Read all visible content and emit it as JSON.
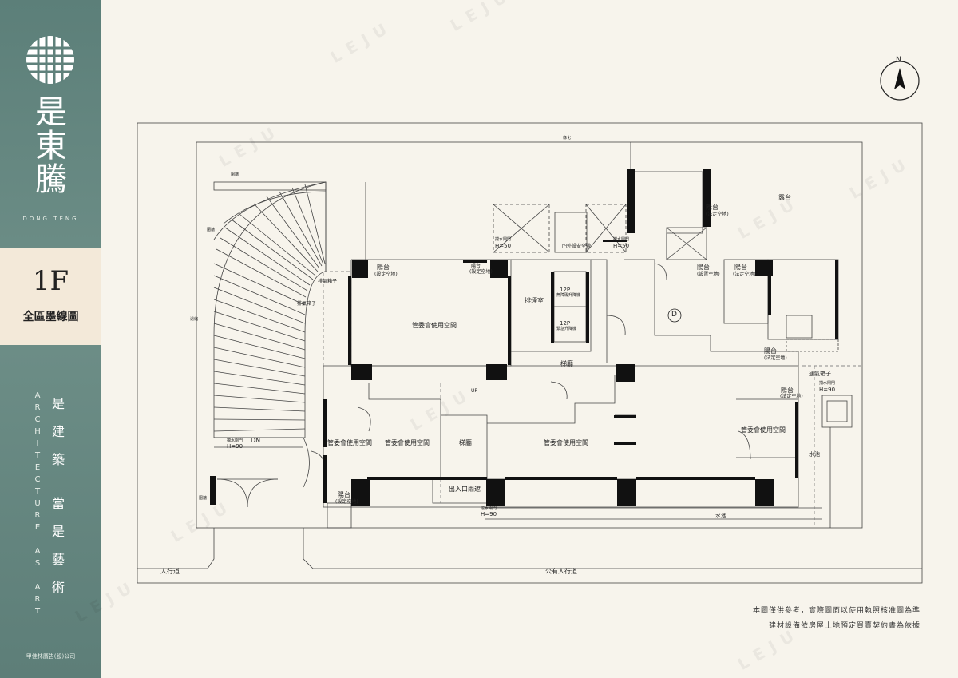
{
  "sidebar": {
    "brand_name": "是東騰",
    "brand_en": "DONG TENG",
    "floor": "1F",
    "floor_subtitle": "全區墨線圖",
    "slogan_en": "ARCHITECTURE AS ART",
    "slogan_zh_1": "是建築",
    "slogan_zh_2": "當是藝術",
    "company": "甲佳林廣告(股)公司"
  },
  "compass": {
    "north_label": "N"
  },
  "watermark": "LEJU",
  "plan_labels": {
    "room_manage_1": "管委會使用空間",
    "room_manage_2": "管委會使用空間",
    "room_manage_3": "管委會使用空間",
    "room_manage_4": "管委會使用空間",
    "room_manage_5": "管委會使用空間",
    "exhaust_room": "排煙室",
    "stair_hall": "梯廳",
    "stairs": "梯廳",
    "entrance_canopy": "出入口雨遮",
    "public_walkway": "公有人行道",
    "walkway": "人行道",
    "terrace": "露台",
    "balcony_1": "陽台",
    "balcony_1_note": "(設定空地)",
    "balcony_2": "陽台",
    "balcony_2_note": "(法定空地)",
    "balcony_3": "陽台",
    "balcony_3_note": "(設置空地)",
    "balcony_4": "陽台",
    "balcony_4_note": "(法定空地)",
    "balcony_5": "陽台",
    "balcony_5_note": "(法定空地)",
    "balcony_6": "陽台",
    "balcony_6_note": "(法定空地)",
    "balcony_7": "陽台",
    "balcony_7_note": "(設定空地)",
    "balcony_8": "陽台",
    "balcony_8_note": "(設定空地)",
    "pool_1": "水池",
    "pool_2": "水池",
    "vent_shaft": "通氣箱子",
    "vent_1": "排氣箱子",
    "vent_2": "排氣箱子",
    "elevator_1": "12P",
    "elevator_1_note": "無障礙升降機",
    "elevator_2": "12P",
    "elevator_2_note": "緊急升降機",
    "gate_1": "擋水閘門",
    "gate_1_h": "H=50",
    "gate_2": "擋水閘門",
    "gate_2_h": "H=50",
    "gate_3": "擋水閘門",
    "gate_3_h": "H=90",
    "gate_4": "擋水閘門",
    "gate_4_h": "H=90",
    "gate_5": "擋水閘門",
    "gate_5_h": "H=90",
    "dn": "DN",
    "up": "UP",
    "letter_d": "D",
    "side_line_top": "圍牆",
    "side_line_left": "圍牆",
    "side_line_left2": "退縮",
    "boundary_1": "圍牆",
    "planter": "綠化",
    "safety": "門外設安全帶"
  },
  "notes": {
    "line1": "本圖僅供參考，實際圖面以使用執照核准圖為準",
    "line2": "建材設備依房屋土地預定買賣契約書為依據"
  },
  "colors": {
    "sidebar": "#5f817b",
    "floor_box": "#f3e9d9",
    "page": "#f7f4ec",
    "wall": "#111111"
  }
}
